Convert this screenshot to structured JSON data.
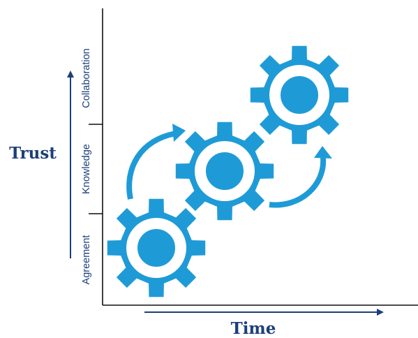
{
  "y_axis": {
    "label": "Trust"
  },
  "x_axis": {
    "label": "Time"
  },
  "stages": [
    {
      "label": "Agreement"
    },
    {
      "label": "Knowledge"
    },
    {
      "label": "Collaboration"
    }
  ],
  "colors": {
    "gear": "#1e9bd7",
    "text": "#1c3f7a",
    "axis": "#111111"
  },
  "icons": [
    "gear-icon",
    "curved-arrow-icon",
    "arrow-up-icon",
    "arrow-right-icon"
  ]
}
